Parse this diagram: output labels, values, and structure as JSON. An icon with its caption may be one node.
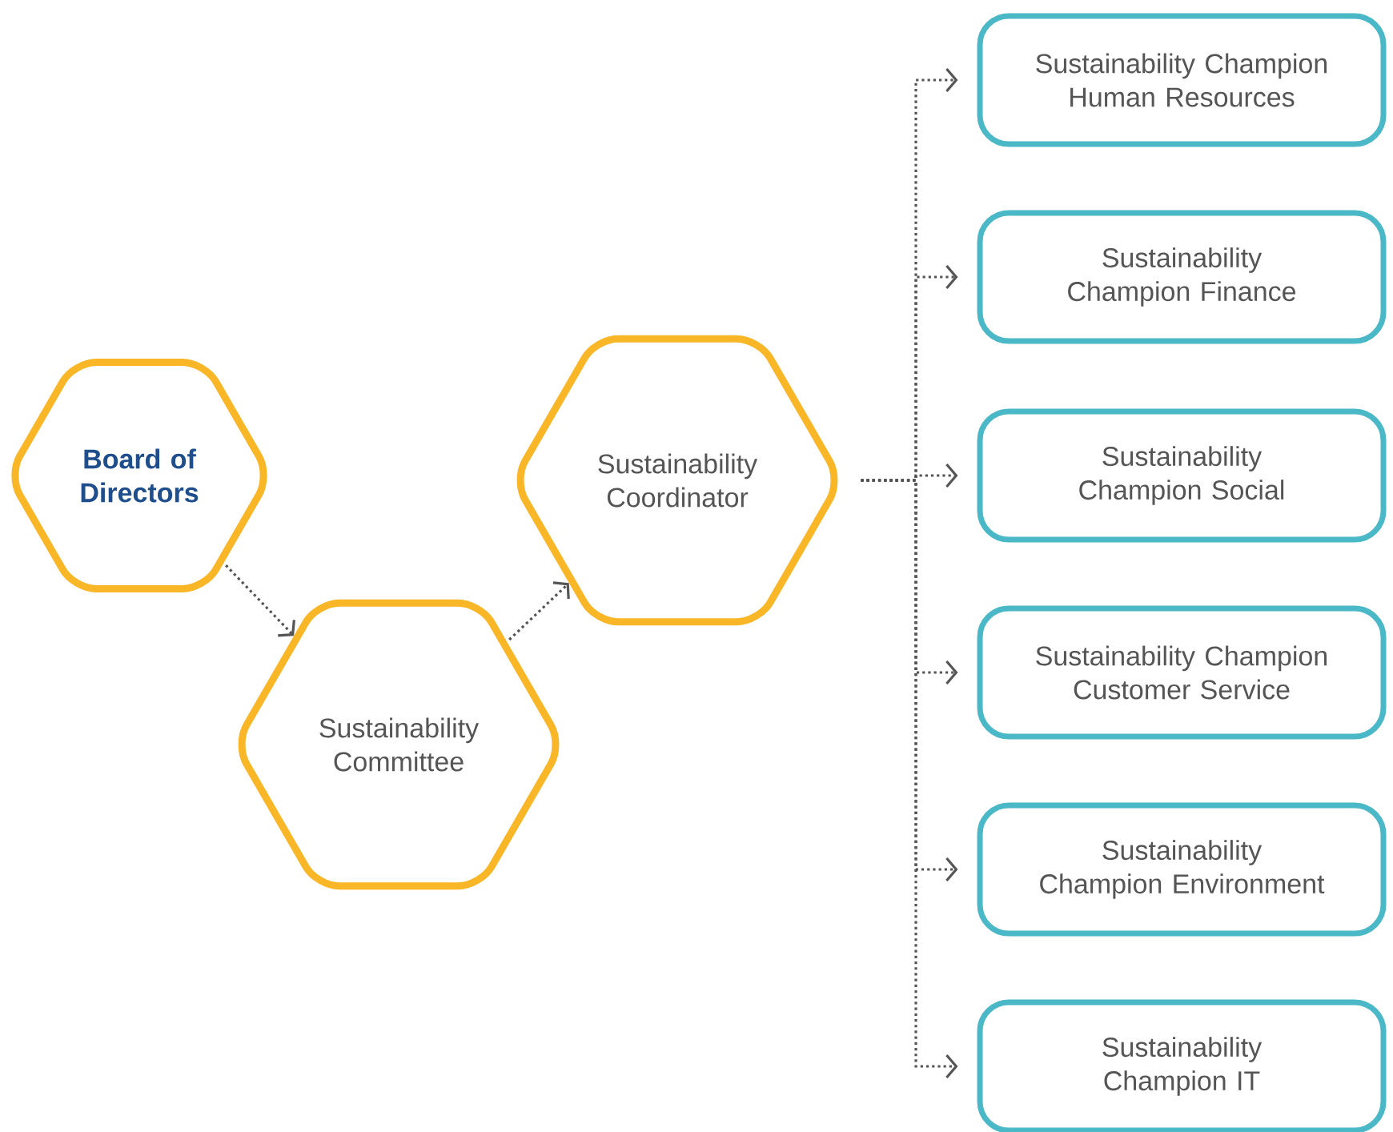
{
  "diagram": {
    "nodes": [
      {
        "text": [
          "Board of Directors"
        ]
      },
      {
        "text": [
          "Sustainability Committee"
        ]
      },
      {
        "text": [
          "Sustainability Coordinator"
        ]
      },
      {
        "text": [
          "Sustainability  Champion Human Resources"
        ]
      },
      {
        "text": [
          "Sustainability Champion Finance"
        ]
      },
      {
        "text": [
          "Sustainability Champion Social"
        ]
      },
      {
        "text": [
          "Sustainability Champion Customer Service"
        ]
      },
      {
        "text": [
          "Sustainability Champion Environment"
        ]
      },
      {
        "text": [
          "Sustainability Champion IT"
        ]
      }
    ],
    "edges": [
      {
        "from": 0,
        "to": 1,
        "arrow": "to",
        "style": "dashed"
      },
      {
        "from": 1,
        "to": 2,
        "arrow": "to",
        "style": "dashed"
      },
      {
        "from": 2,
        "to": 3,
        "arrow": "to",
        "style": "dashed"
      },
      {
        "from": 2,
        "to": 4,
        "arrow": "to",
        "style": "dashed"
      },
      {
        "from": 2,
        "to": 5,
        "arrow": "to",
        "style": "dashed"
      },
      {
        "from": 2,
        "to": 6,
        "arrow": "to",
        "style": "dashed"
      },
      {
        "from": 2,
        "to": 7,
        "arrow": "to",
        "style": "dashed"
      },
      {
        "from": 2,
        "to": 8,
        "arrow": "to",
        "style": "dashed"
      }
    ]
  }
}
